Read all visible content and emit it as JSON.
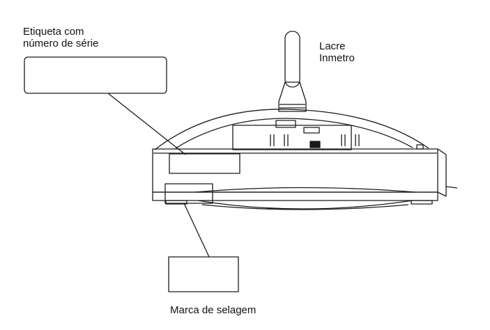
{
  "labels": {
    "serial_label": [
      "Etiqueta com",
      "número de série"
    ],
    "lacre_label": [
      "Lacre",
      "Inmetro"
    ],
    "marca_label": "Marca de selagem"
  }
}
